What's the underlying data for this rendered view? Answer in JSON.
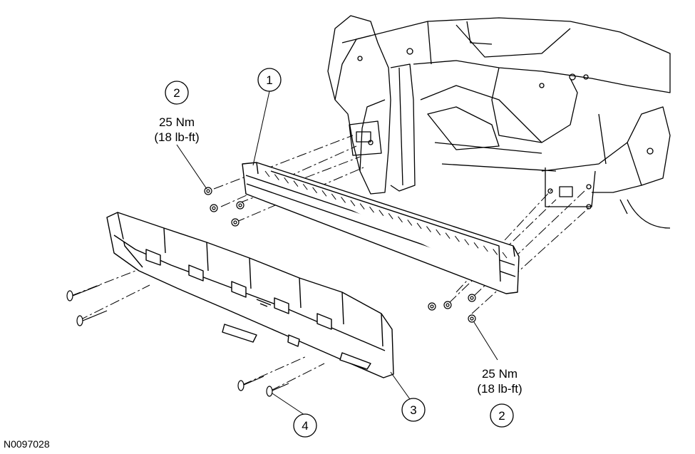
{
  "figure_id": "N0097028",
  "callouts": [
    {
      "id": "c1",
      "number": "1"
    },
    {
      "id": "c2a",
      "number": "2"
    },
    {
      "id": "c2b",
      "number": "2"
    },
    {
      "id": "c3",
      "number": "3"
    },
    {
      "id": "c4",
      "number": "4"
    }
  ],
  "torque_specs": [
    {
      "id": "t1",
      "metric": "25 Nm",
      "imperial": "(18 lb-ft)"
    },
    {
      "id": "t2",
      "metric": "25 Nm",
      "imperial": "(18 lb-ft)"
    }
  ],
  "colors": {
    "line": "#000000",
    "background": "#ffffff"
  }
}
